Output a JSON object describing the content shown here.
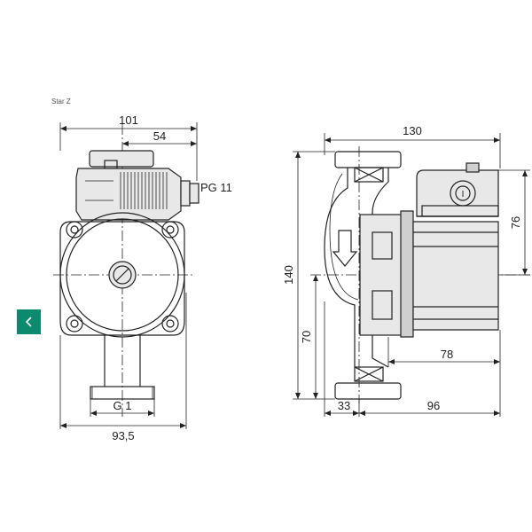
{
  "caption": "Star Z",
  "nav": {
    "prev_icon": "chevron-left-icon",
    "accent": "#0b8a6e"
  },
  "front_view": {
    "width_top": "101",
    "offset_top": "54",
    "cable_gland": "PG 11",
    "thread": "G 1",
    "width_bottom": "93,5"
  },
  "side_view": {
    "width_top": "130",
    "height_total": "140",
    "height_right": "76",
    "height_lower": "70",
    "motor_length": "78",
    "flange_offset": "33",
    "motor_offset": "96"
  }
}
